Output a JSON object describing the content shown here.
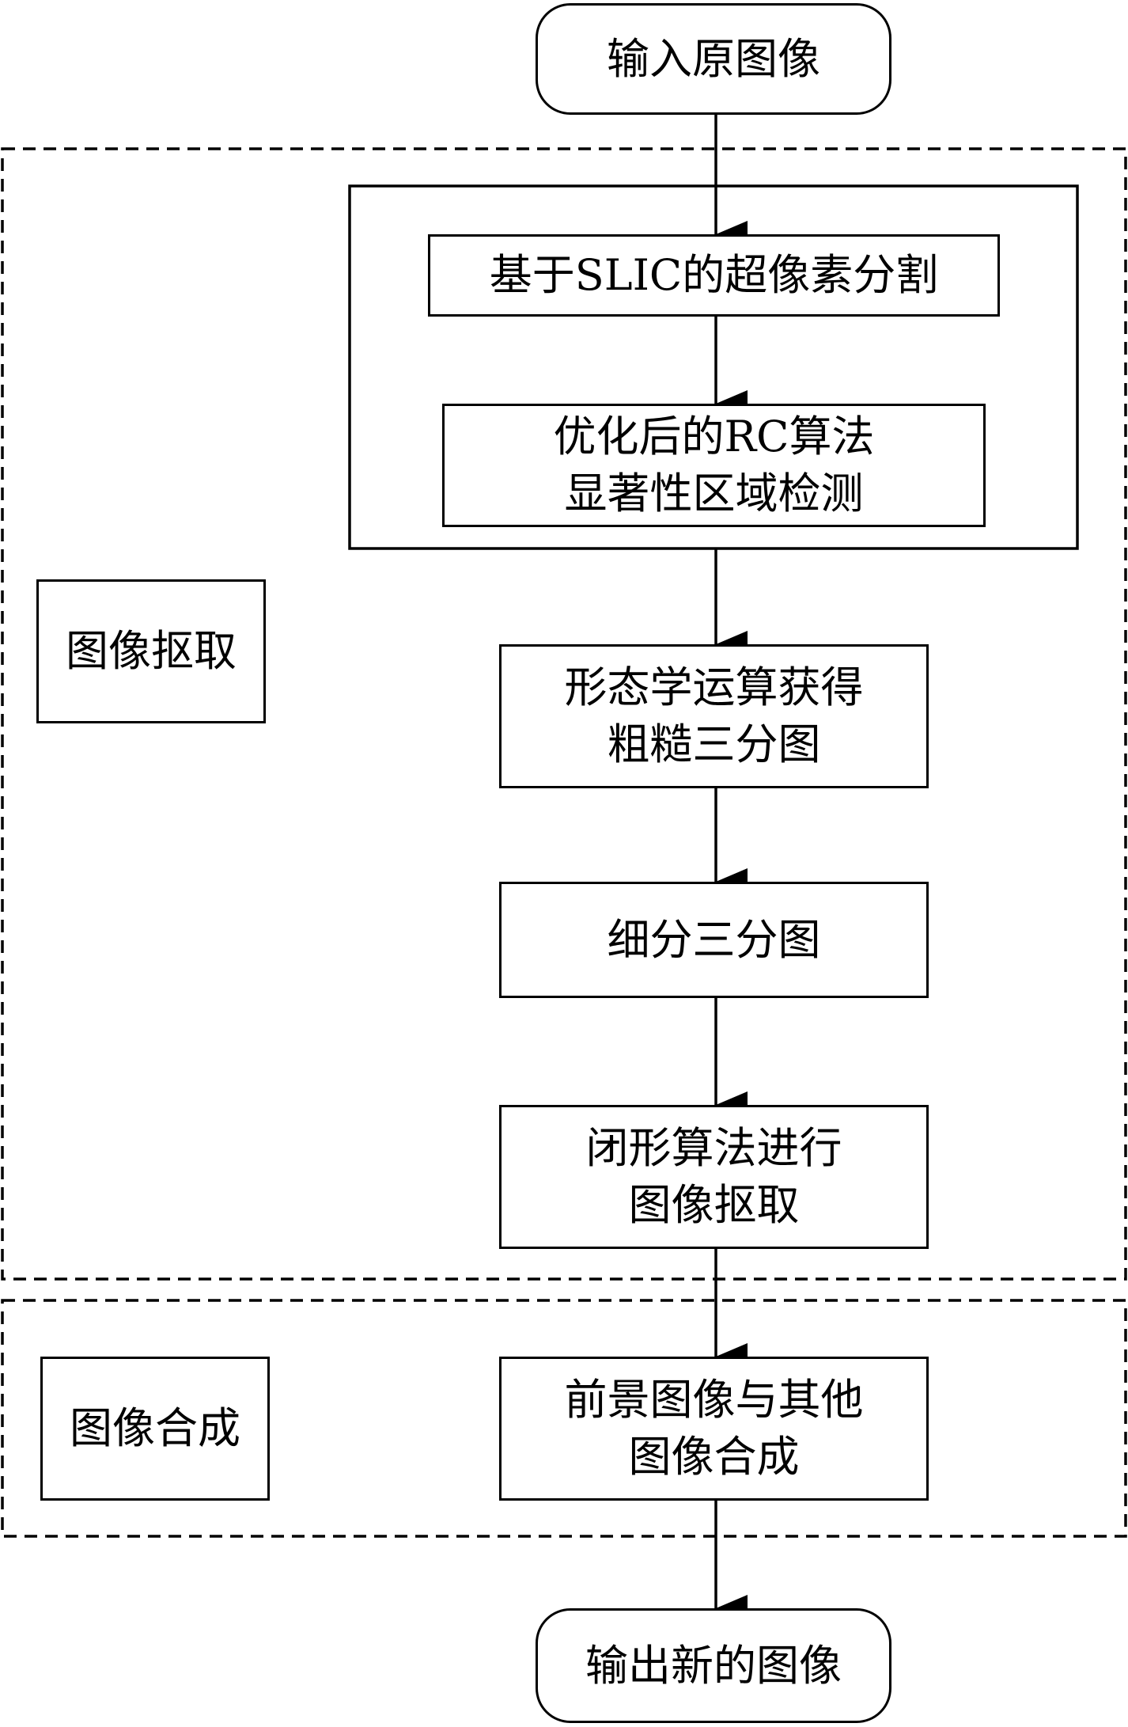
{
  "diagram": {
    "start": "输入原图像",
    "end": "输出新的图像",
    "groups": {
      "matting": "图像抠取",
      "compositing": "图像合成"
    },
    "steps": {
      "superpixel": [
        "基于SLIC的超像素分割"
      ],
      "saliency": [
        "优化后的RC算法",
        "显著性区域检测"
      ],
      "morphology": [
        "形态学运算获得",
        "粗糙三分图"
      ],
      "refine": [
        "细分三分图"
      ],
      "closed_form": [
        "闭形算法进行",
        "图像抠取"
      ],
      "composite": [
        "前景图像与其他",
        "图像合成"
      ]
    }
  }
}
